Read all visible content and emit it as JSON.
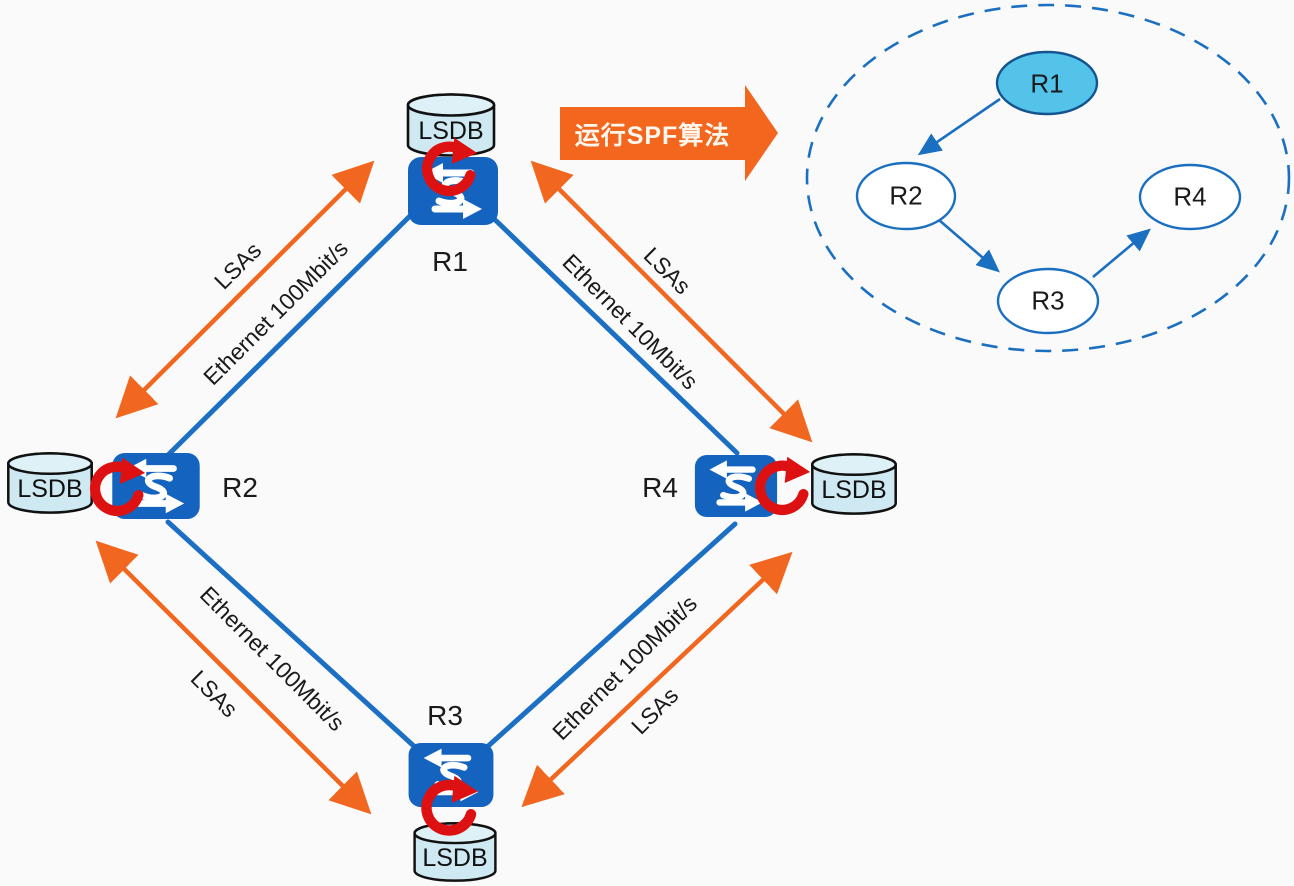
{
  "banner": {
    "label": "运行SPF算法"
  },
  "routers": [
    {
      "label": "R1",
      "lsdb": "LSDB"
    },
    {
      "label": "R2",
      "lsdb": "LSDB"
    },
    {
      "label": "R3",
      "lsdb": "LSDB"
    },
    {
      "label": "R4",
      "lsdb": "LSDB"
    }
  ],
  "links": [
    {
      "from": "R1",
      "to": "R2",
      "bandwidth": "Ethernet 100Mbit/s",
      "flow": "LSAs"
    },
    {
      "from": "R1",
      "to": "R4",
      "bandwidth": "Ethernet 10Mbit/s",
      "flow": "LSAs"
    },
    {
      "from": "R2",
      "to": "R3",
      "bandwidth": "Ethernet 100Mbit/s",
      "flow": "LSAs"
    },
    {
      "from": "R3",
      "to": "R4",
      "bandwidth": "Ethernet 100Mbit/s",
      "flow": "LSAs"
    }
  ],
  "spf_tree": {
    "nodes": [
      {
        "label": "R1",
        "highlighted": true
      },
      {
        "label": "R2",
        "highlighted": false
      },
      {
        "label": "R3",
        "highlighted": false
      },
      {
        "label": "R4",
        "highlighted": false
      }
    ],
    "edges": [
      {
        "from": "R1",
        "to": "R2"
      },
      {
        "from": "R2",
        "to": "R3"
      },
      {
        "from": "R3",
        "to": "R4"
      }
    ]
  },
  "colors": {
    "link_blue": "#1c70c4",
    "lsa_orange": "#f2671f",
    "banner_orange": "#f2661e",
    "sync_red": "#dd1111",
    "router_blue": "#1463be",
    "lsdb_fill": "#cfe9f2",
    "tree_node_fill": "#53c3ea",
    "tree_stroke": "#1b6fc0",
    "text": "#1a1a1a",
    "bg": "#fafafa"
  }
}
